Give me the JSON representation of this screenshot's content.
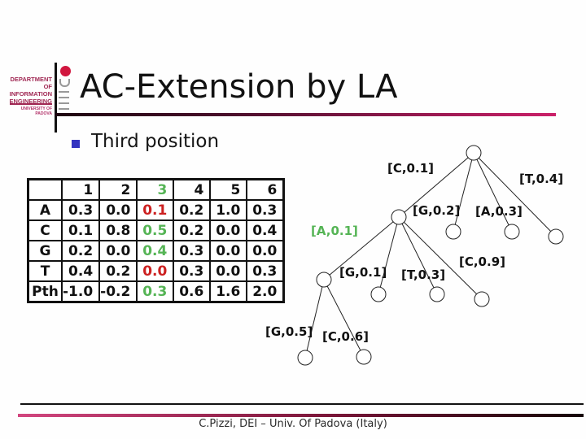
{
  "slide": {
    "title": "AC-Extension by LA",
    "bullet": "Third position",
    "footer": "C.Pizzi, DEI – Univ. Of Padova (Italy)"
  },
  "logo": {
    "department_lines": [
      "DEPARTMENT OF",
      "INFORMATION",
      "ENGINEERING"
    ],
    "university": "UNIVERSITY OF PADOVA"
  },
  "colors": {
    "accent_magenta": "#cb2069",
    "dark_maroon": "#4a0f2b",
    "highlight_green": "#55b455",
    "highlight_red": "#cc2020",
    "bullet_blue": "#3333c0",
    "logo_maroon": "#a12a55",
    "logo_dot_red": "#d1173f"
  },
  "table": {
    "col_headers": [
      "",
      "1",
      "2",
      "3",
      "4",
      "5",
      "6"
    ],
    "highlighted_column": "3",
    "rows": [
      {
        "label": "A",
        "cells": [
          "0.3",
          "0.0",
          "0.1",
          "0.2",
          "1.0",
          "0.3"
        ]
      },
      {
        "label": "C",
        "cells": [
          "0.1",
          "0.8",
          "0.5",
          "0.2",
          "0.0",
          "0.4"
        ]
      },
      {
        "label": "G",
        "cells": [
          "0.2",
          "0.0",
          "0.4",
          "0.3",
          "0.0",
          "0.0"
        ]
      },
      {
        "label": "T",
        "cells": [
          "0.4",
          "0.2",
          "0.0",
          "0.3",
          "0.0",
          "0.3"
        ]
      },
      {
        "label": "Pth",
        "cells": [
          "-1.0",
          "-0.2",
          "0.3",
          "0.6",
          "1.6",
          "2.0"
        ]
      }
    ],
    "column3_cell_colors": [
      "red",
      "green",
      "green",
      "red",
      "green"
    ]
  },
  "tree": {
    "description": "Lookahead extension tree; root with 4 children, C-child expanded with 4 children, its A-child expanded with 2 children",
    "edges": [
      {
        "from": "root",
        "to": "c-node",
        "label": "[C,0.1]"
      },
      {
        "from": "root",
        "to": "g-node",
        "label": "[G,0.2]"
      },
      {
        "from": "root",
        "to": "a-node",
        "label": "[A,0.3]"
      },
      {
        "from": "root",
        "to": "t-node",
        "label": "[T,0.4]"
      },
      {
        "from": "c-node",
        "to": "ca-node",
        "label": "[A,0.1]",
        "highlight": "green"
      },
      {
        "from": "c-node",
        "to": "cg-node",
        "label": "[G,0.1]"
      },
      {
        "from": "c-node",
        "to": "ct-node",
        "label": "[T,0.3]"
      },
      {
        "from": "c-node",
        "to": "cc-node",
        "label": "[C,0.9]"
      },
      {
        "from": "ca-node",
        "to": "cag-node",
        "label": "[G,0.5]"
      },
      {
        "from": "ca-node",
        "to": "cac-node",
        "label": "[C,0.6]"
      }
    ]
  }
}
